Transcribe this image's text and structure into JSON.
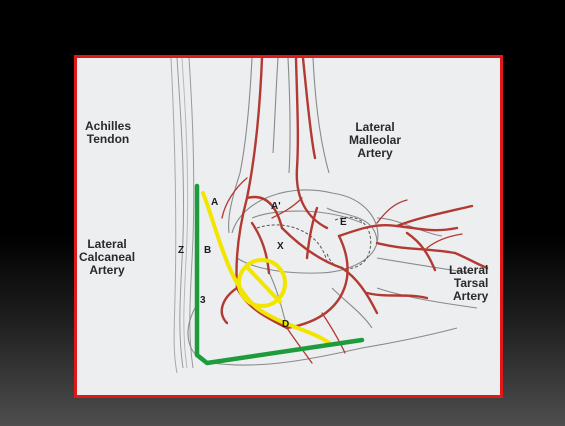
{
  "slide": {
    "background": "#000000",
    "frame_color": "#e01818"
  },
  "diagram": {
    "labels": {
      "achilles_line1": "Achilles",
      "achilles_line2": "Tendon",
      "lateral_malleolar_line1": "Lateral",
      "lateral_malleolar_line2": "Malleolar",
      "lateral_malleolar_line3": "Artery",
      "lateral_calcaneal_line1": "Lateral",
      "lateral_calcaneal_line2": "Calcaneal",
      "lateral_calcaneal_line3": "Artery",
      "lateral_tarsal_line1": "Lateral",
      "lateral_tarsal_line2": "Tarsal",
      "lateral_tarsal_line3": "Artery"
    },
    "letters": {
      "a": "A",
      "a_prime": "A'",
      "b": "B",
      "d": "D",
      "e": "E",
      "x": "X",
      "z": "Z",
      "three": "3"
    },
    "overlay_colors": {
      "artery": "#b23a32",
      "sketch": "#8a8a8a",
      "yellow": "#f2e500",
      "green": "#1e9c3c"
    }
  }
}
